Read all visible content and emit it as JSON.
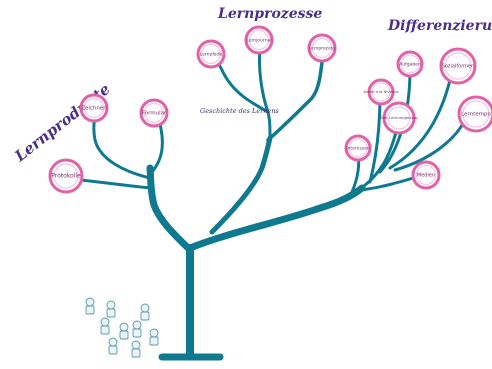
{
  "headings": {
    "left": "Lernprodukte",
    "top": "Lernprozesse",
    "right": "Differenzierung"
  },
  "caption": "Geschichte des Lernens",
  "leaves": {
    "protokolle": "Protokolle",
    "zeichnungen": "Zeichnen",
    "formulare": "Formular",
    "lernpfade": "Lernpfade",
    "lernjournal": "Lernjournal",
    "lernprozess": "Lernprozess",
    "arbeit_mit_niveaus": "Arbeit mit Niveaus",
    "aufgaben": "Aufgaben",
    "sozialformen": "Sozialformen",
    "zeit_lernumgebung": "Zeit Lernumgebung",
    "lerntempo": "Lerntempo",
    "interessen": "Interessen",
    "medien": "Medien"
  },
  "colors": {
    "trunk": "#0f7a8f",
    "leaf_border": "#e062a8",
    "heading": "#4a2f8a"
  }
}
